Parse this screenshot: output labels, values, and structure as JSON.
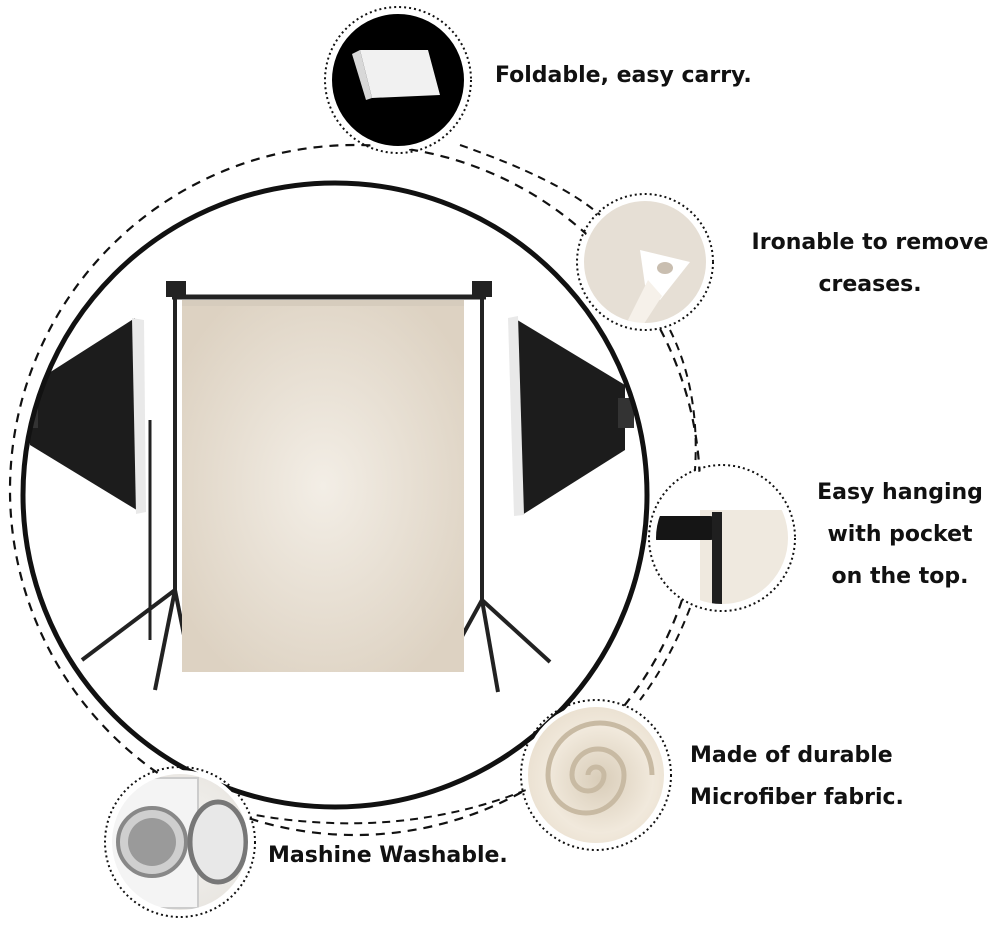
{
  "features": [
    {
      "id": "foldable",
      "lines": [
        "Foldable, easy carry."
      ]
    },
    {
      "id": "ironable",
      "lines": [
        "Ironable to remove",
        "creases."
      ]
    },
    {
      "id": "hanging",
      "lines": [
        "Easy hanging",
        "with pocket",
        "on the top."
      ]
    },
    {
      "id": "microfiber",
      "lines": [
        "Made of durable",
        "Microfiber fabric."
      ]
    },
    {
      "id": "washable",
      "lines": [
        "Mashine Washable."
      ]
    }
  ],
  "colors": {
    "backdrop": "#e6dccd",
    "backdrop_center": "#f2ede4",
    "softbox": "#1c1c1c",
    "stand": "#222222",
    "ring": "#111111"
  }
}
